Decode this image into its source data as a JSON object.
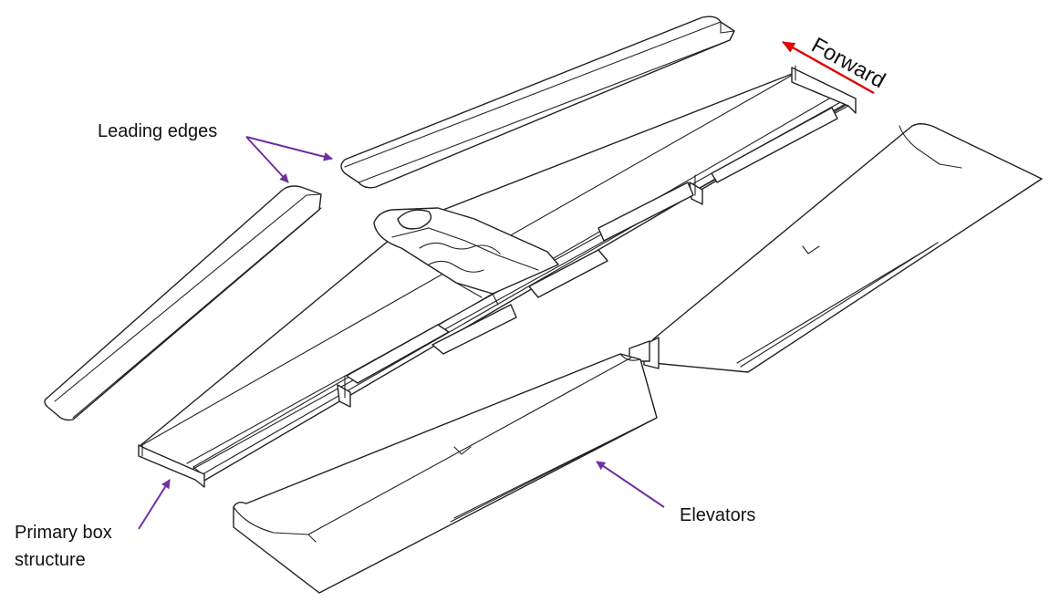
{
  "labels": {
    "leading_edges": "Leading edges",
    "forward": "Forward",
    "primary_box_line1": "Primary box",
    "primary_box_line2": "structure",
    "elevators": "Elevators"
  },
  "colors": {
    "pointer_arrow": "#7030A0",
    "forward_arrow": "#E00000",
    "line_art": "#222222",
    "background": "#FFFFFF"
  }
}
